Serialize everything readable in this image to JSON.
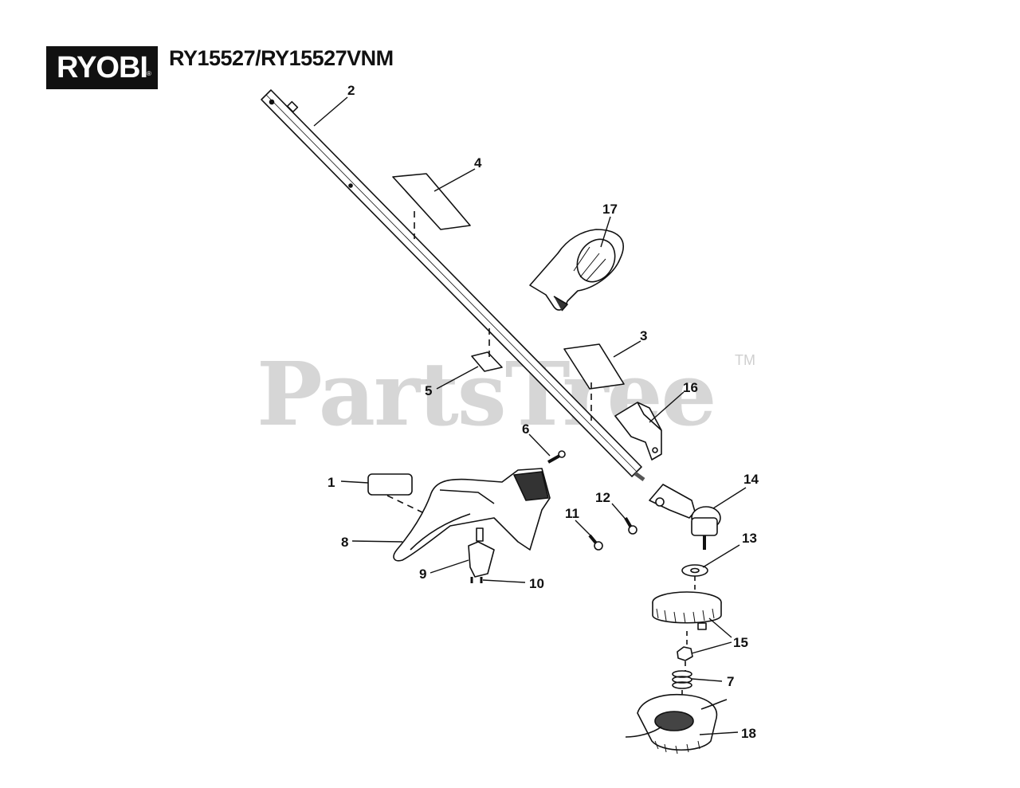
{
  "brand": {
    "logo_text": "RYOBI",
    "registered_mark": "®"
  },
  "model_number": "RY15527/RY15527VNM",
  "watermark": {
    "text": "PartsTree",
    "trademark": "TM"
  },
  "callouts": [
    {
      "id": "callout-2",
      "label": "2"
    },
    {
      "id": "callout-4",
      "label": "4"
    },
    {
      "id": "callout-17",
      "label": "17"
    },
    {
      "id": "callout-3",
      "label": "3"
    },
    {
      "id": "callout-5",
      "label": "5"
    },
    {
      "id": "callout-16",
      "label": "16"
    },
    {
      "id": "callout-6",
      "label": "6"
    },
    {
      "id": "callout-1",
      "label": "1"
    },
    {
      "id": "callout-14",
      "label": "14"
    },
    {
      "id": "callout-12",
      "label": "12"
    },
    {
      "id": "callout-11",
      "label": "11"
    },
    {
      "id": "callout-8",
      "label": "8"
    },
    {
      "id": "callout-13",
      "label": "13"
    },
    {
      "id": "callout-9",
      "label": "9"
    },
    {
      "id": "callout-10",
      "label": "10"
    },
    {
      "id": "callout-15",
      "label": "15"
    },
    {
      "id": "callout-7",
      "label": "7"
    },
    {
      "id": "callout-18",
      "label": "18"
    }
  ]
}
